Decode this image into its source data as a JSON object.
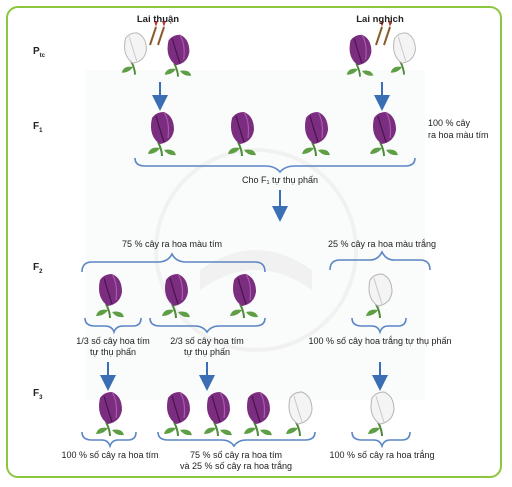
{
  "colors": {
    "border": "#8cc63f",
    "arrow": "#3a6fb5",
    "bracket": "#5b86c5",
    "purple": "#7b2d7f",
    "white_flower": "#f4f4f4"
  },
  "headers": {
    "cross_forward": "Lai thuận",
    "cross_reverse": "Lai nghịch"
  },
  "generations": {
    "p": "P",
    "p_sub": "tc",
    "f1": "F",
    "f1_sub": "1",
    "f2": "F",
    "f2_sub": "2",
    "f3": "F",
    "f3_sub": "3"
  },
  "f1_note_line1": "100 % cây",
  "f1_note_line2": "ra hoa màu tím",
  "self_pollination": "Cho F₁ tự thụ phấn",
  "f2_purple_pct": "75 % cây ra hoa màu tím",
  "f2_white_pct": "25 %  cây ra hoa màu trắng",
  "f2_group1_line1": "1/3 số cây hoa tím",
  "f2_group1_line2": "tự thụ phấn",
  "f2_group2_line1": "2/3 số cây hoa tím",
  "f2_group2_line2": "tự thụ phấn",
  "f2_group3": "100 % số cây hoa trắng tự thụ phấn",
  "f3_result1": "100 % số cây ra hoa tím",
  "f3_result2_line1": "75 % số cây ra hoa tím",
  "f3_result2_line2": "và 25 % số cây ra hoa trắng",
  "f3_result3": "100 % số cây ra hoa trắng"
}
